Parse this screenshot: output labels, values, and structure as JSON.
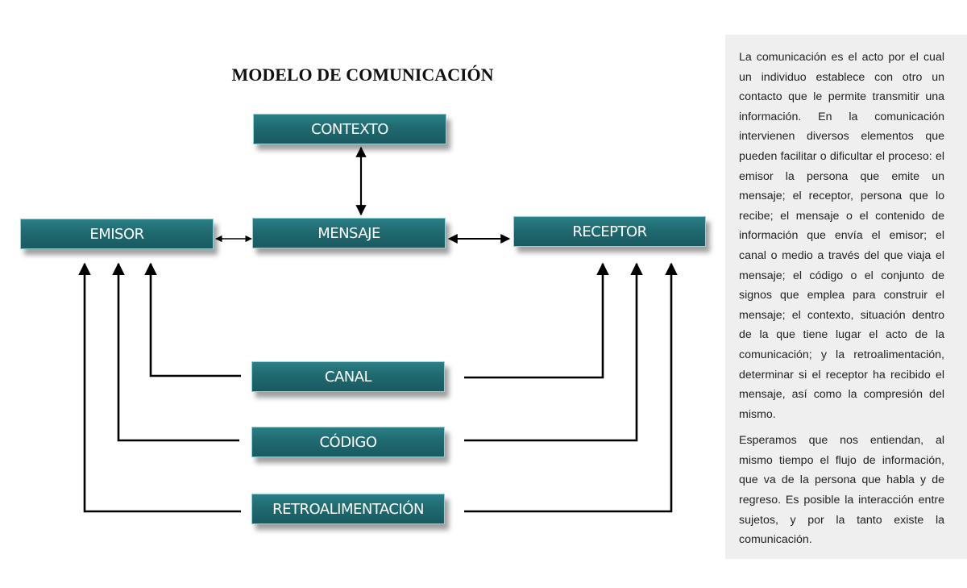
{
  "title": "MODELO DE COMUNICACIÓN",
  "nodes": {
    "contexto": "CONTEXTO",
    "emisor": "EMISOR",
    "mensaje": "MENSAJE",
    "receptor": "RECEPTOR",
    "canal": "CANAL",
    "codigo": "CÓDIGO",
    "retroalimentacion": "RETROALIMENTACIÓN"
  },
  "description": {
    "paragraph1": "La comunicación es el acto por el cual un individuo establece con otro un contacto que le permite transmitir una información. En la comunicación intervienen diversos elementos que pueden facilitar o dificultar el proceso: el emisor la persona que emite un mensaje; el receptor, persona que lo recibe; el mensaje o el contenido de información que envía el emisor; el canal o medio a través del que viaja el mensaje; el código o el conjunto de signos que emplea para construir el mensaje; el contexto, situación dentro de la que tiene lugar el acto de la comunicación; y la retroalimentación, determinar si el receptor ha recibido el mensaje, así como la compresión del mismo.",
    "paragraph2": "Esperamos que nos entiendan, al mismo tiempo el flujo de información, que va de la persona que habla y de regreso. Es posible la interacción entre sujetos, y por la tanto existe la comunicación."
  },
  "colors": {
    "node_fill": "#1f6a70",
    "node_border": "#8fd3d8",
    "panel_background": "#efefef",
    "connector": "#000000"
  }
}
